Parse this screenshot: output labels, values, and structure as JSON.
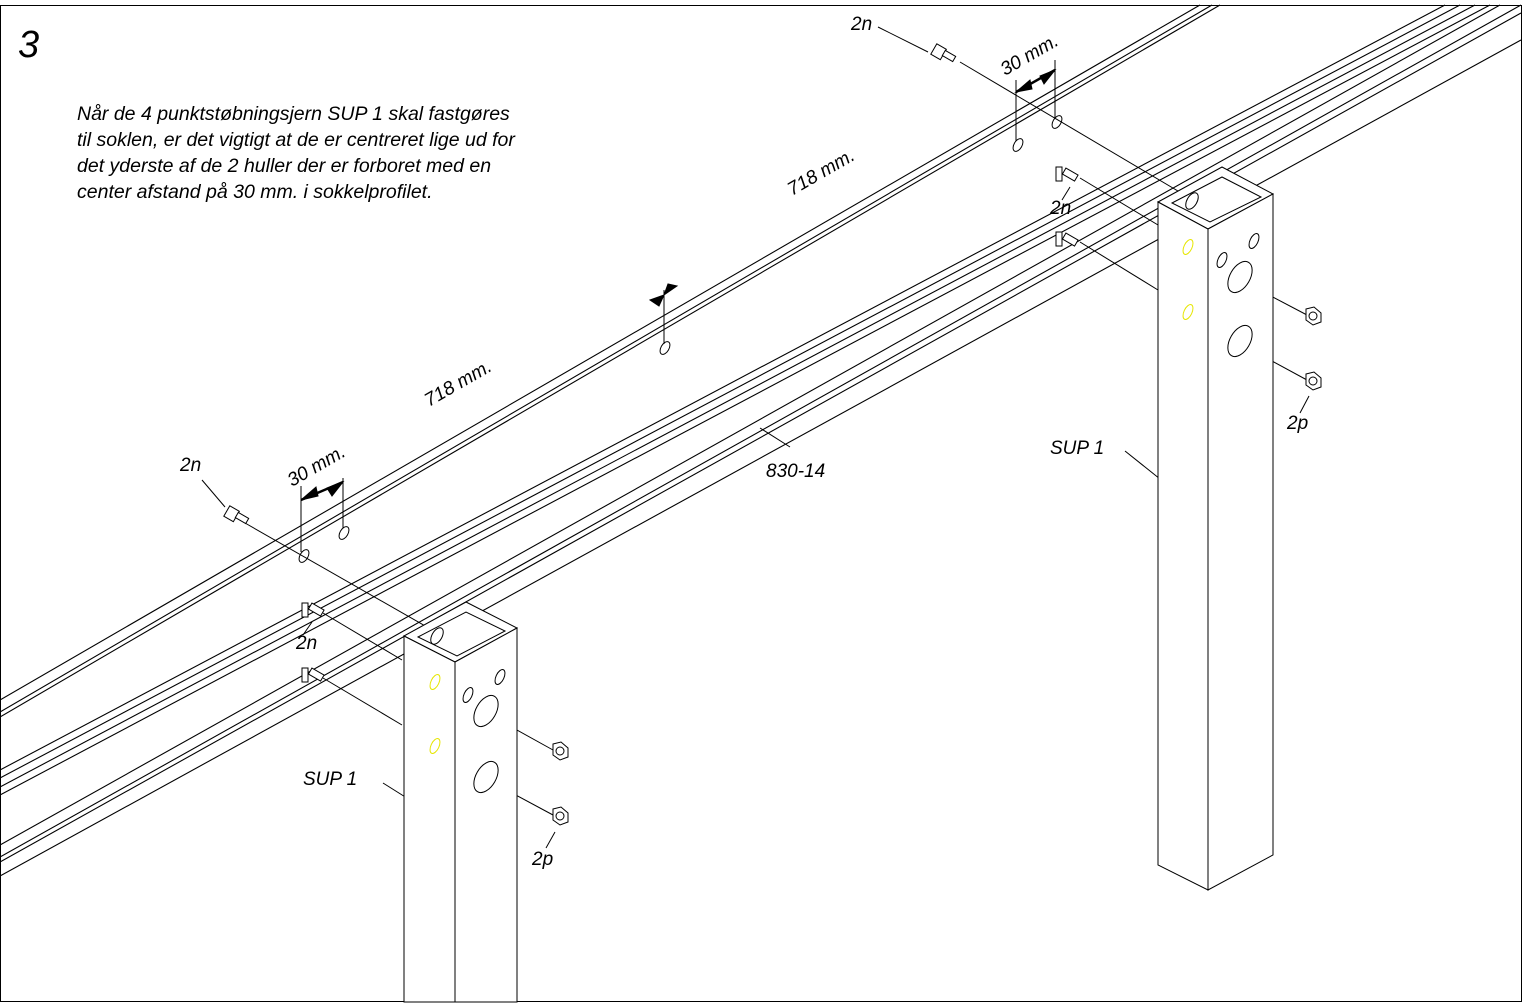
{
  "step_number": "3",
  "instructions": [
    "Når de 4 punktstøbningsjern SUP 1 skal fastgøres",
    "til soklen, er det vigtigt at de er centreret lige ud for",
    "det yderste af de 2 huller der er forboret med en",
    "center afstand på 30 mm. i sokkelprofilet."
  ],
  "labels": {
    "bolt_top_right": "2n",
    "bolt_top_left": "2n",
    "bolt_right_mid": "2n",
    "bolt_left_mid": "2n",
    "nut_right": "2p",
    "nut_left": "2p",
    "dim_30_right": "30 mm.",
    "dim_30_left": "30 mm.",
    "dim_718_right": "718 mm.",
    "dim_718_left": "718 mm.",
    "profile": "830-14",
    "post_left": "SUP 1",
    "post_right": "SUP 1"
  },
  "colors": {
    "line": "#000000",
    "highlight_hole": "#e6e600"
  }
}
